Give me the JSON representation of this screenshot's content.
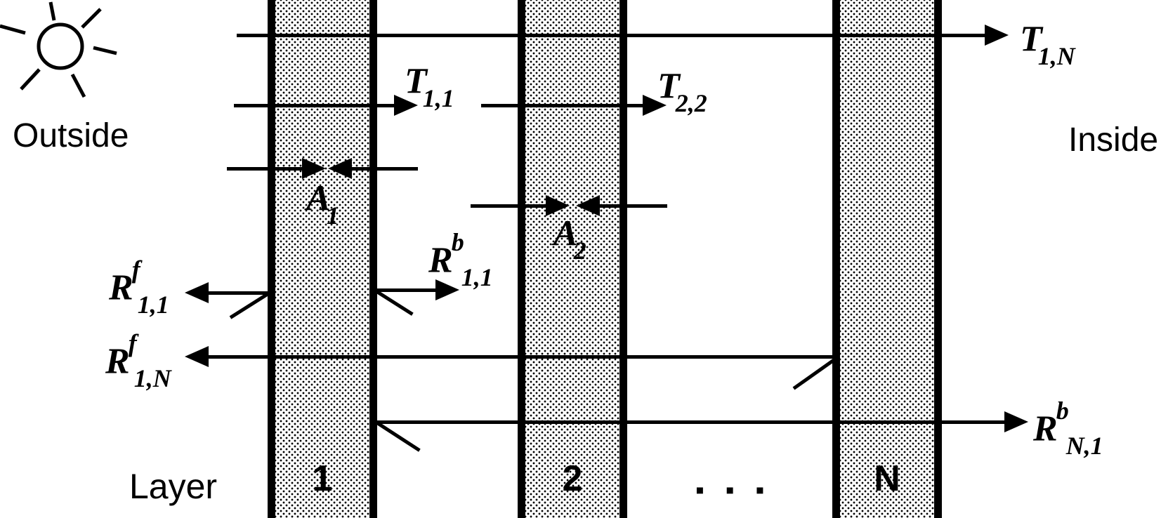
{
  "colors": {
    "ink": "#000000",
    "paper": "#ffffff"
  },
  "scene": {
    "outside": "Outside",
    "inside": "Inside",
    "layer_caption": "Layer",
    "ellipsis": "▪ ▪ ▪"
  },
  "layers": [
    {
      "number": "1"
    },
    {
      "number": "2"
    },
    {
      "number": "N"
    }
  ],
  "flux_labels": {
    "t1n": {
      "main": "T",
      "sup": "",
      "sub": "1,N"
    },
    "t11": {
      "main": "T",
      "sup": "",
      "sub": "1,1"
    },
    "t22": {
      "main": "T",
      "sup": "",
      "sub": "2,2"
    },
    "a1": {
      "main": "A",
      "sup": "",
      "sub": "1"
    },
    "a2": {
      "main": "A",
      "sup": "",
      "sub": "2"
    },
    "rf11": {
      "main": "R",
      "sup": "f",
      "sub": "1,1"
    },
    "rb11": {
      "main": "R",
      "sup": "b",
      "sub": "1,1"
    },
    "rf1n": {
      "main": "R",
      "sup": "f",
      "sub": "1,N"
    },
    "rbn1": {
      "main": "R",
      "sup": "b",
      "sub": "N,1"
    }
  }
}
